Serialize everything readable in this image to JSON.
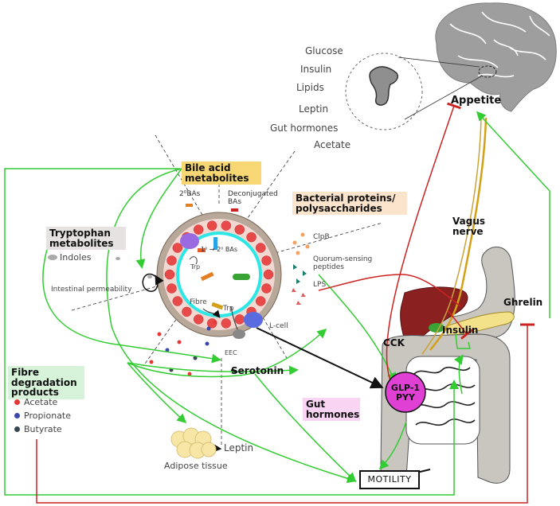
{
  "brain_inputs": [
    "Glucose",
    "Insulin",
    "Lipids",
    "Leptin",
    "Gut hormones",
    "Acetate"
  ],
  "appetite": "Appetite",
  "categories": {
    "bile_acid": "Bile acid metabolites",
    "bacterial": "Bacterial proteins/ polysaccharides",
    "tryptophan": "Tryptophan metabolites",
    "fibre": "Fibre degradation products",
    "gut_hormones": "Gut hormones"
  },
  "bile_items": {
    "secondary": "2⁰BAs",
    "deconjugated": "Deconjugated BAs",
    "conversion": "1⁰ → 2⁰ BAs"
  },
  "bacterial_items": {
    "clpb": "ClpB",
    "quorum": "Quorum-sensing peptides",
    "lps": "LPS"
  },
  "trp_items": {
    "indoles": "Indoles"
  },
  "fibre_items": [
    {
      "name": "Acetate",
      "color": "#e53935"
    },
    {
      "name": "Propionate",
      "color": "#3949ab"
    },
    {
      "name": "Butyrate",
      "color": "#37474f"
    }
  ],
  "gut_labels": {
    "permeability": "Intestinal permeability",
    "trp_inner": "Trp",
    "fibre_inner": "Fibre",
    "trp_inner2": "Trp",
    "eec": "EEC",
    "lcell": "L-cell",
    "serotonin": "Serotonin",
    "leptin": "Leptin",
    "adipose": "Adipose tissue"
  },
  "body_labels": {
    "vagus": "Vagus nerve",
    "ghrelin": "Ghrelin",
    "cck": "CCK",
    "insulin": "Insulin",
    "glp": "GLP-1 PYY",
    "motility": "MOTILITY"
  },
  "colors": {
    "green_arrow": "#33cc33",
    "red_inhibit": "#cc2222",
    "bile_box": "#f7d774",
    "bacterial_box": "#fbe3cc",
    "trp_box": "#e7e2e2",
    "fibre_box": "#d6f2d9",
    "gut_hormone_box": "#f9d5f3",
    "glp_circle": "#e040d4"
  }
}
